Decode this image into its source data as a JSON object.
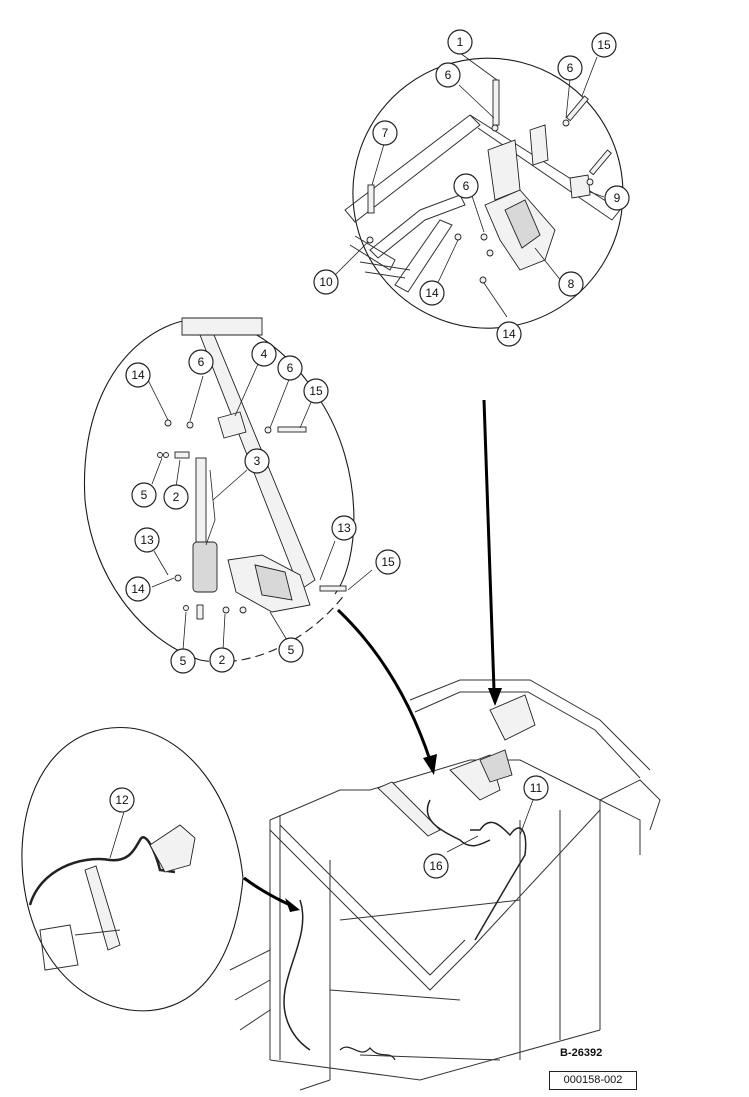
{
  "figure": {
    "label": "B-26392",
    "code": "000158-002"
  },
  "details": {
    "top_right": {
      "callouts": [
        "1",
        "6",
        "6",
        "15",
        "7",
        "6",
        "9",
        "10",
        "14",
        "8",
        "14"
      ]
    },
    "left": {
      "callouts": [
        "14",
        "6",
        "4",
        "6",
        "15",
        "3",
        "5",
        "2",
        "13",
        "13",
        "14",
        "15",
        "5",
        "2",
        "5"
      ]
    },
    "lower_left": {
      "callouts": [
        "12"
      ]
    }
  },
  "vehicle": {
    "callouts": [
      "11",
      "16"
    ]
  }
}
